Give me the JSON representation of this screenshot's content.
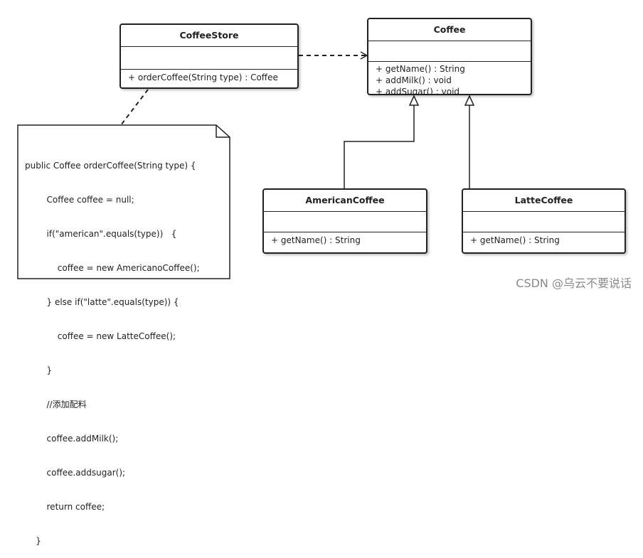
{
  "classes": {
    "coffee_store": {
      "name": "CoffeeStore",
      "methods": [
        "+ orderCoffee(String type) : Coffee"
      ]
    },
    "coffee": {
      "name": "Coffee",
      "methods": [
        "+ getName() : String",
        "+ addMilk() : void",
        "+ addSugar() : void"
      ]
    },
    "american_coffee": {
      "name": "AmericanCoffee",
      "methods": [
        "+ getName() : String"
      ]
    },
    "latte_coffee": {
      "name": "LatteCoffee",
      "methods": [
        "+ getName() : String"
      ]
    }
  },
  "note": {
    "lines": [
      "public Coffee orderCoffee(String type) {",
      "        Coffee coffee = null;",
      "        if(\"american\".equals(type))   {",
      "            coffee = new AmericanoCoffee();",
      "        } else if(\"latte\".equals(type)) {",
      "            coffee = new LatteCoffee();",
      "        }",
      "        //添加配料",
      "        coffee.addMilk();",
      "        coffee.addsugar();",
      "        return coffee;",
      "    }"
    ]
  },
  "watermark": "CSDN @乌云不要说话"
}
